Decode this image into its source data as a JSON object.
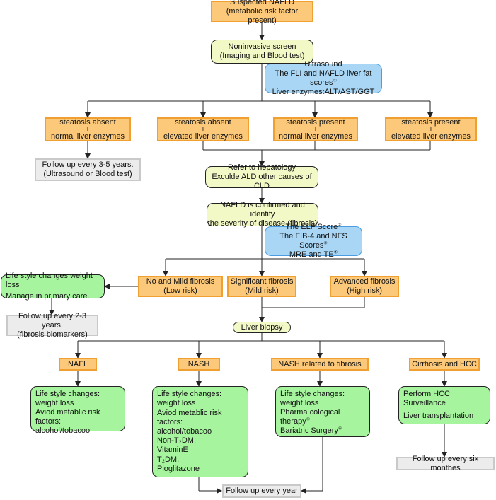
{
  "nodes": {
    "suspected": [
      "Suspected NAFLD",
      "(metabolic risk factor present)"
    ],
    "noninvasive": [
      "Noninvasive screen",
      "(Imaging and Blood test)"
    ],
    "ultrasound": [
      "Ultrasound",
      "The FLI and NAFLD liver fat scores",
      "Liver enzymes:ALT/AST/GGT"
    ],
    "ultrasound_sup": "①",
    "s_absent_normal": [
      "steatosis absent",
      "+",
      "normal liver enzymes"
    ],
    "s_absent_elevated": [
      "steatosis absent",
      "+",
      "elevated liver enzymes"
    ],
    "s_present_normal": [
      "steatosis present",
      "+",
      "normal liver enzymes"
    ],
    "s_present_elevated": [
      "steatosis present",
      "+",
      "elevated liver enzymes"
    ],
    "followup_35": [
      "Follow up every 3-5 years.",
      "(Ultrasound or Blood test)"
    ],
    "hepatology": [
      "Refer to hepatology",
      "Exculde ALD other causes of CLD"
    ],
    "confirmed": [
      "NAFLD is confirmed and identify",
      "the severity of disease (fibrosis)"
    ],
    "elf": [
      "The ELF Score",
      "The FIB-4 and NFS Scores",
      "MRE and TE"
    ],
    "elf_sups": [
      "②",
      "③",
      "④"
    ],
    "lifestyle_primary": [
      "Life style changes:weight loss",
      "Manage in primary care."
    ],
    "mild_fibrosis": [
      "No and Mild fibrosis",
      "(Low risk)"
    ],
    "significant_fibrosis": [
      "Significant fibrosis",
      "(Mild risk)"
    ],
    "advanced_fibrosis": [
      "Advanced fibrosis",
      "(High risk)"
    ],
    "followup_23": [
      "Follow up every 2-3 years.",
      "(fibrosis biomarkers)"
    ],
    "biopsy": "Liver biopsy",
    "nafl": "NAFL",
    "nash": "NASH",
    "nash_fibrosis": "NASH related to fibrosis",
    "cirrhosis": "Cirrhosis and HCC",
    "nafl_tx": [
      "Life style changes:",
      "weight loss",
      "Aviod metablic risk factors:",
      "alcohol/tobacoo"
    ],
    "nash_tx": [
      "Life style changes:",
      "weight loss",
      "Aviod metablic risk factors:",
      "alcohol/tobacoo",
      "Non-T₂DM:",
      "VitaminE",
      "T₂DM:",
      "Pioglitazone"
    ],
    "nashf_tx": [
      "Life style changes:",
      "weight loss",
      "Pharma cological therapy",
      "Bariatric Surgery"
    ],
    "nashf_sups": [
      "⑤",
      "⑥"
    ],
    "cirr_tx": [
      "Perform HCC Surveillance",
      "Liver transplantation"
    ],
    "followup_six": "Follow up every six monthes",
    "followup_year": "Follow up every year"
  }
}
